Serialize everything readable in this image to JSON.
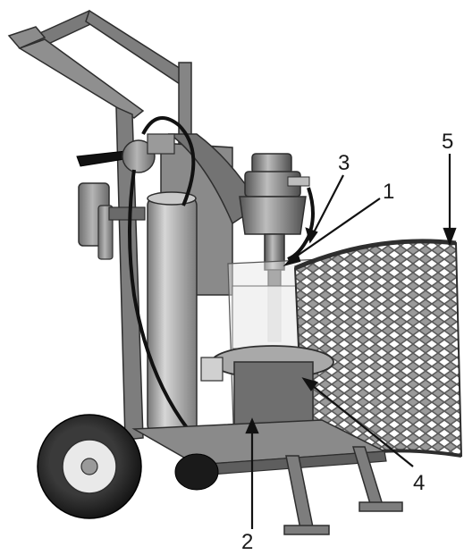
{
  "image": {
    "background": "#ffffff",
    "metal_color": "#8a8a8a",
    "metal_dark": "#4a4a4a",
    "metal_light": "#c8c8c8",
    "ink": "#1a1a1a"
  },
  "callouts": [
    {
      "id": "1",
      "label": "1"
    },
    {
      "id": "2",
      "label": "2"
    },
    {
      "id": "3",
      "label": "3"
    },
    {
      "id": "4",
      "label": "4"
    },
    {
      "id": "5",
      "label": "5"
    }
  ]
}
